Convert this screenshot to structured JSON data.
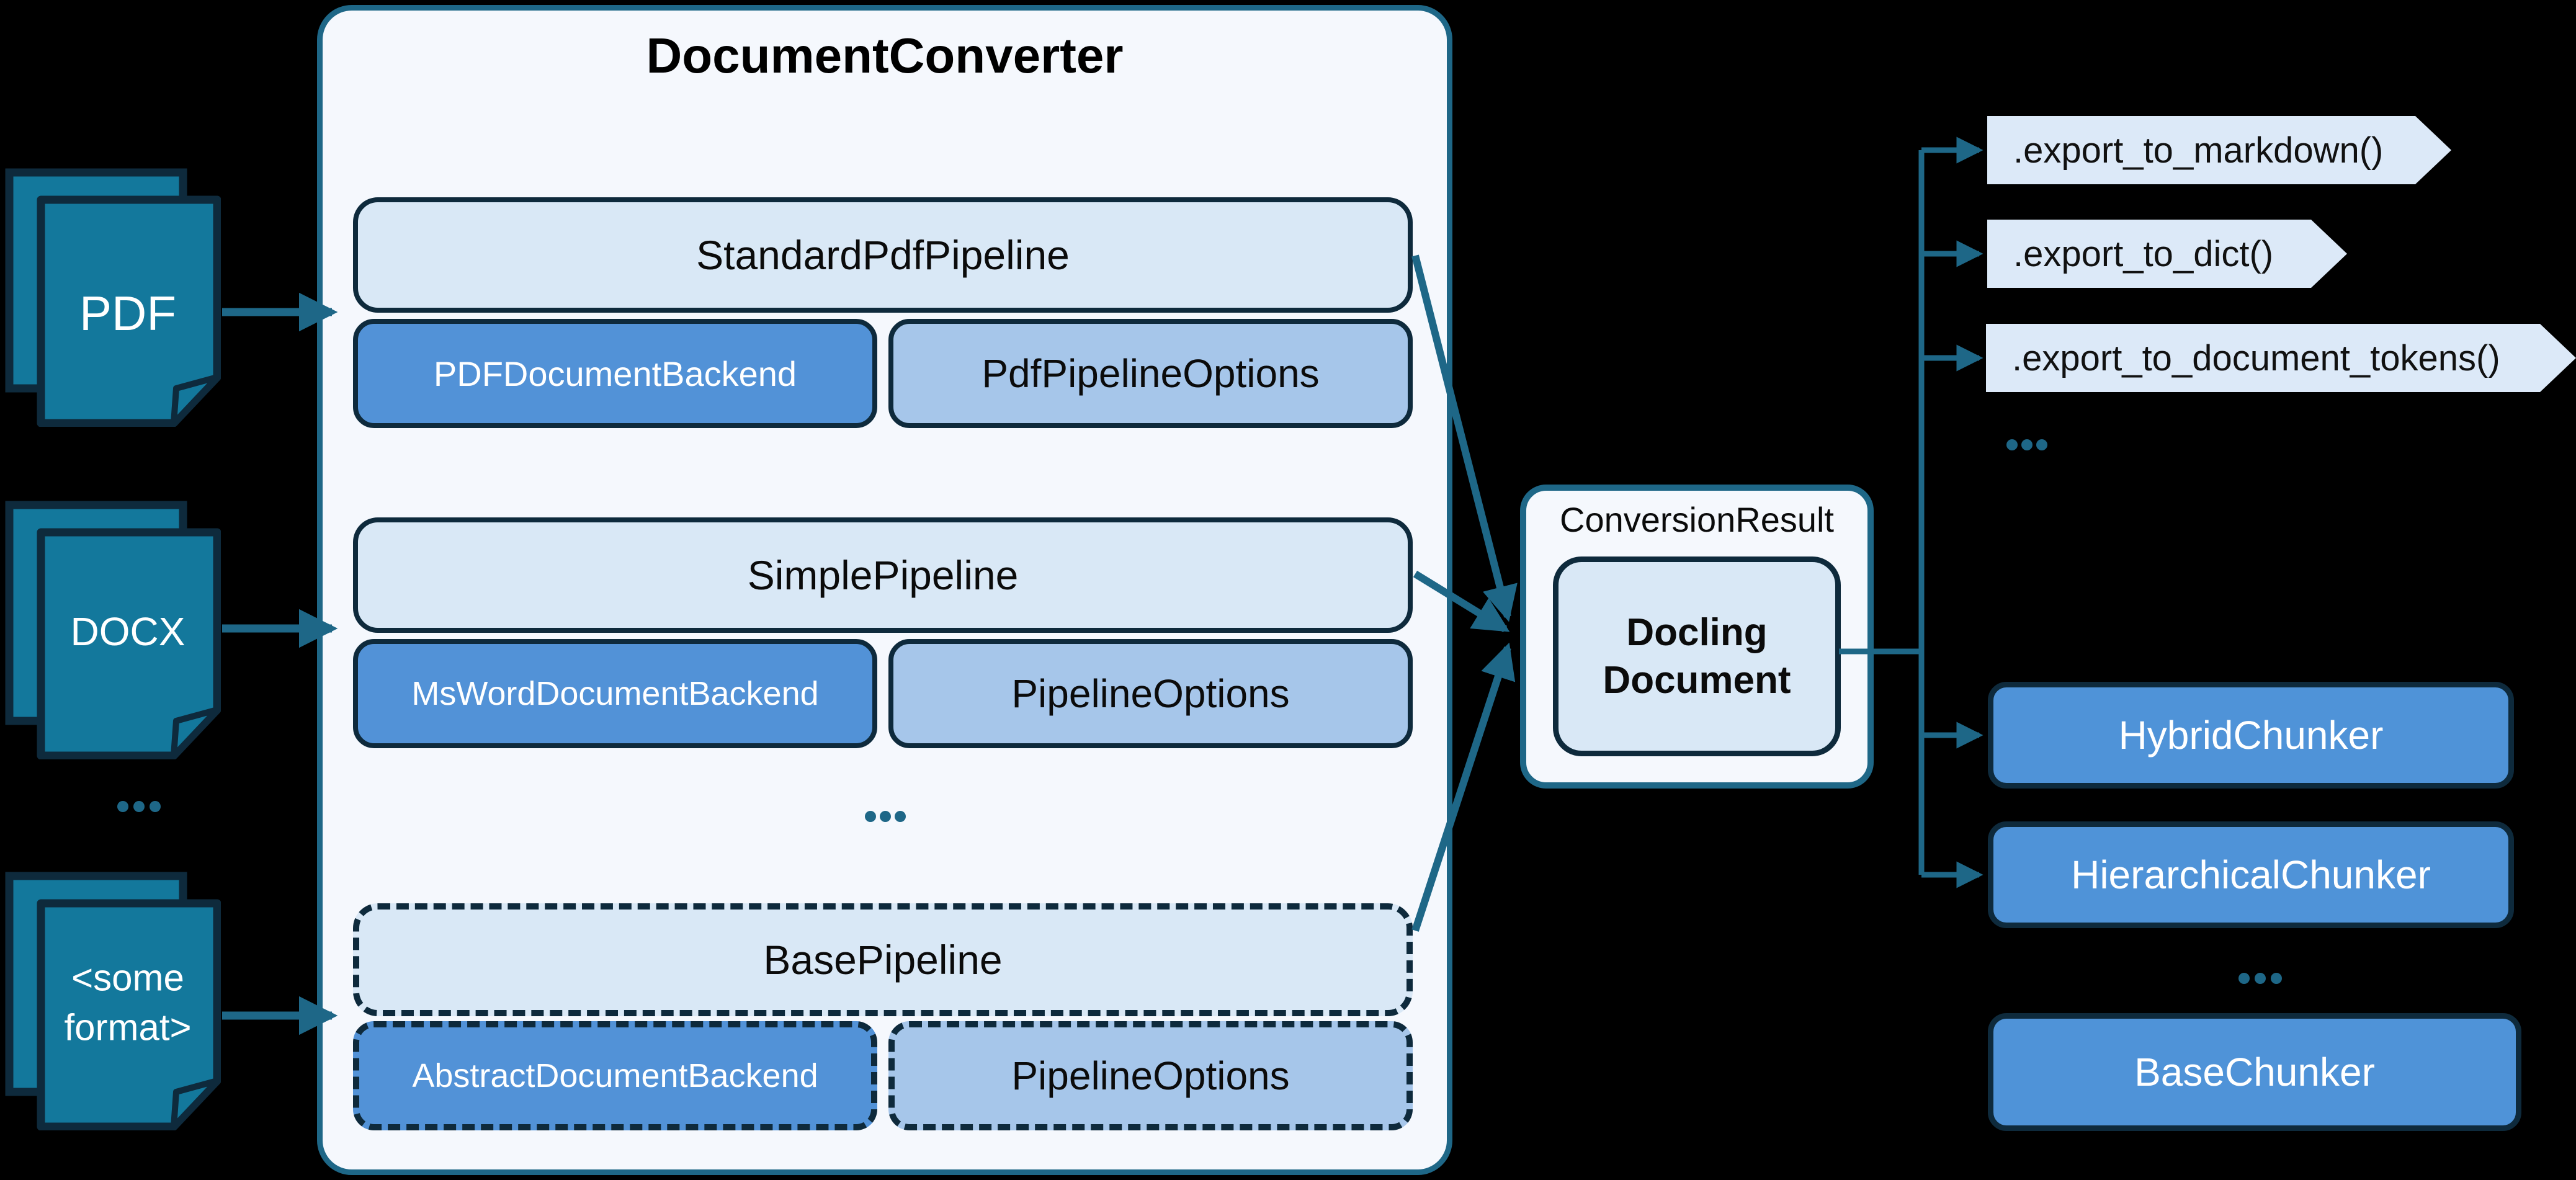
{
  "title": "DocumentConverter",
  "sources": [
    {
      "label": "PDF"
    },
    {
      "label": "DOCX"
    },
    {
      "label": "<some format>",
      "line1": "<some",
      "line2": "format>"
    }
  ],
  "sources_ellipsis": "...",
  "pipelines": [
    {
      "name": "StandardPdfPipeline",
      "backend": "PDFDocumentBackend",
      "options": "PdfPipelineOptions"
    },
    {
      "name": "SimplePipeline",
      "backend": "MsWordDocumentBackend",
      "options": "PipelineOptions"
    },
    {
      "name": "BasePipeline",
      "backend": "AbstractDocumentBackend",
      "options": "PipelineOptions"
    }
  ],
  "pipelines_ellipsis": "...",
  "conversion_result": {
    "label": "ConversionResult",
    "document_line1": "Docling",
    "document_line2": "Document"
  },
  "exports": [
    ".export_to_markdown()",
    ".export_to_dict()",
    ".export_to_document_tokens()"
  ],
  "exports_ellipsis": "...",
  "chunkers": [
    "HybridChunker",
    "HierarchicalChunker",
    "BaseChunker"
  ],
  "chunkers_ellipsis": "...",
  "colors": {
    "background": "#000000",
    "teal_accent": "#1e6787",
    "document_icon_fill": "#13789c",
    "dark_outline": "#0e2a3c",
    "panel_fill": "#f5f8fd",
    "light_blue_fill": "#d9e8f6",
    "pennant_fill": "#dce9f8",
    "backend_blue": "#5292d7",
    "options_blue": "#a6c6ea",
    "chunker_blue": "#4f93d8"
  }
}
